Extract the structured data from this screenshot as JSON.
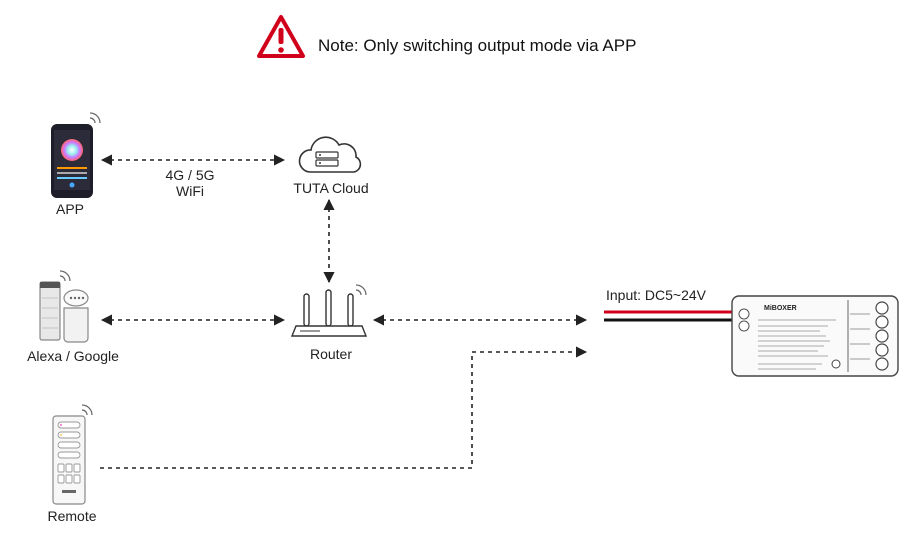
{
  "note": {
    "text": "Note: Only switching output mode via APP",
    "icon": "warning-triangle-icon",
    "color": "#d0021b"
  },
  "nodes": {
    "app": "APP",
    "cloud": "TUTA Cloud",
    "alexa": "Alexa / Google",
    "router": "Router",
    "remote": "Remote"
  },
  "links": {
    "app_cloud_line1": "4G / 5G",
    "app_cloud_line2": "WiFi"
  },
  "controller": {
    "input_label": "Input: DC5~24V",
    "brand": "MiBOXER",
    "wire_colors": [
      "#d0021b",
      "#111111"
    ]
  }
}
